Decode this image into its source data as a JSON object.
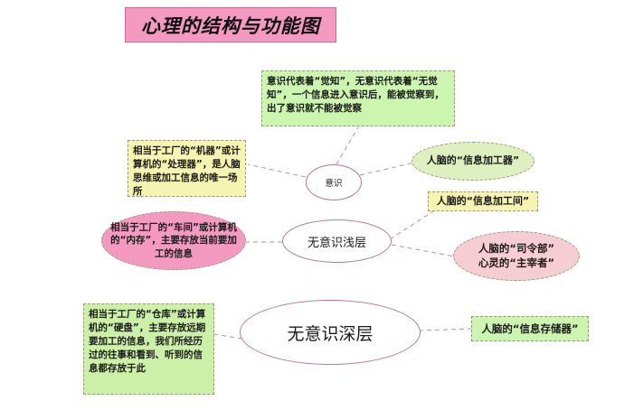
{
  "diagram": {
    "title": "心理的结构与功能图",
    "title_bg": "#f49ac1",
    "core_nodes": [
      {
        "id": "consciousness",
        "label": "意识"
      },
      {
        "id": "shallow_unconscious",
        "label": "无意识浅层"
      },
      {
        "id": "deep_unconscious",
        "label": "无意识深层"
      }
    ],
    "notes": {
      "consciousness_definition": "意识代表着“觉知”，无意识代表着“无觉知”，一个信息进入意识后，能被觉察到，出了意识就不能被觉察",
      "machine_processor": "相当于工厂的“机器”或计算机的“处理器”，是人脑思维或加工信息的唯一场所",
      "brain_processor": "人脑的“信息加工器”",
      "workshop_memory": "相当于工厂的“车间”或计算机的“内存”，主要存放当前要加工的信息",
      "brain_workroom": "人脑的“信息加工间”",
      "brain_command_line1": "人脑的“司令部”",
      "brain_command_line2": "心灵的“主宰者”",
      "warehouse_disk": "相当于工厂的“仓库”或计算机的“硬盘”，主要存放远期要加工的信息，我们所经历过的往事和看到、听到的信息都存放于此",
      "brain_storage": "人脑的“信息存储器”"
    },
    "colors": {
      "title_pink": "#f49ac1",
      "note_green": "#ccf5b0",
      "note_yellow": "#f7f3b0",
      "note_pink": "#f49ac1",
      "note_light_pink": "#f7cdd4",
      "ellipse_outline": "#b4788c",
      "connector": "#c08ea0"
    },
    "connections": [
      {
        "from": "consciousness",
        "to": "consciousness_definition"
      },
      {
        "from": "consciousness",
        "to": "machine_processor"
      },
      {
        "from": "consciousness",
        "to": "brain_processor"
      },
      {
        "from": "shallow_unconscious",
        "to": "workshop_memory"
      },
      {
        "from": "shallow_unconscious",
        "to": "brain_workroom"
      },
      {
        "from": "shallow_unconscious",
        "to": "brain_command"
      },
      {
        "from": "deep_unconscious",
        "to": "warehouse_disk"
      },
      {
        "from": "deep_unconscious",
        "to": "brain_storage"
      }
    ]
  }
}
